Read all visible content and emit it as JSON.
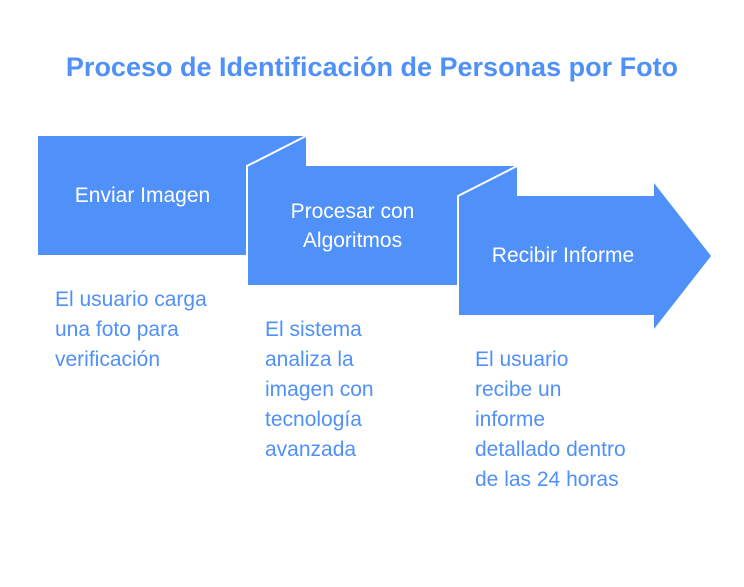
{
  "title": "Proceso de Identificación de Personas por Foto",
  "colors": {
    "primary": "#4f90f9",
    "label_text": "#ffffff",
    "background": "#ffffff"
  },
  "steps": [
    {
      "label": "Enviar Imagen",
      "description": "El usuario carga una foto para verificación"
    },
    {
      "label": "Procesar con Algoritmos",
      "label_line1": "Procesar con",
      "label_line2": "Algoritmos",
      "description": "El sistema analiza la imagen con tecnología avanzada"
    },
    {
      "label": "Recibir Informe",
      "description": "El usuario recibe un informe detallado dentro de las 24 horas"
    }
  ]
}
